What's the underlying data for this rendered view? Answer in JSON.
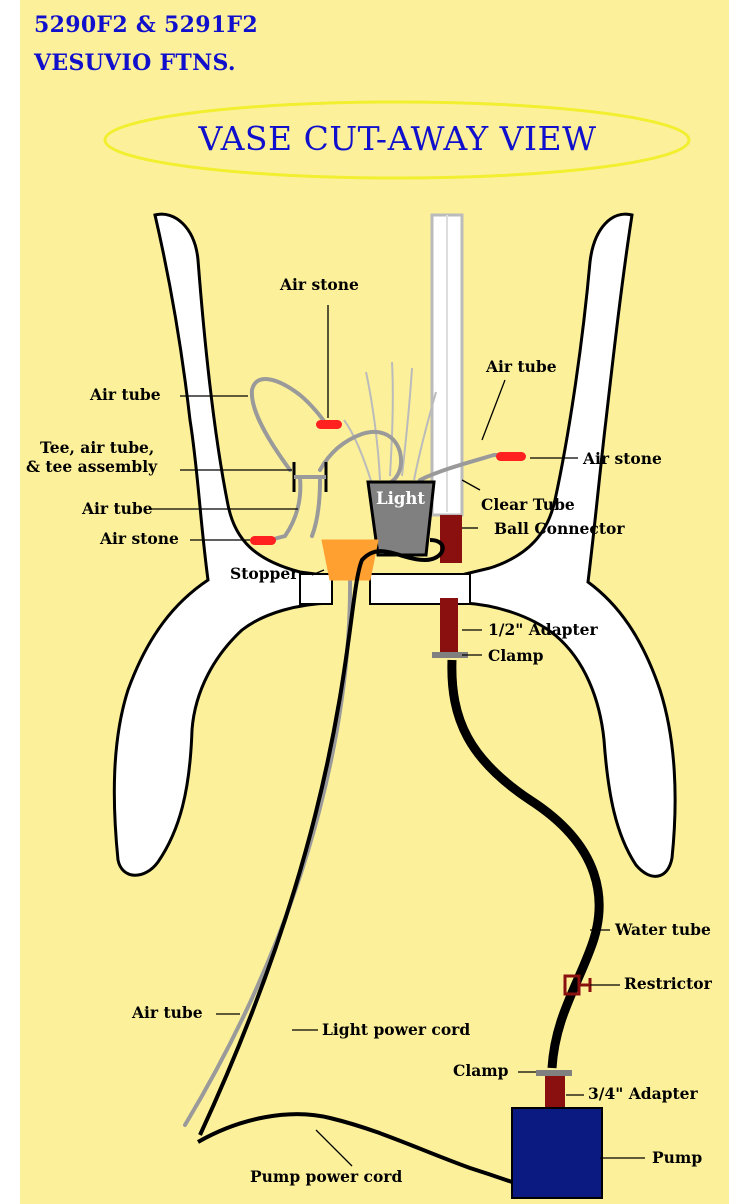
{
  "header": {
    "line1": "5290F2 & 5291F2",
    "line2": "VESUVIO FTNS."
  },
  "title": "VASE CUT-AWAY VIEW",
  "labels": {
    "air_stone_top": "Air stone",
    "air_tube_left_top": "Air tube",
    "tee_line1": "Tee, air tube,",
    "tee_line2": "& tee assembly",
    "air_tube_left_mid": "Air tube",
    "air_stone_left": "Air stone",
    "stopper": "Stopper",
    "light": "Light",
    "air_tube_right": "Air tube",
    "air_stone_right": "Air stone",
    "clear_tube": "Clear Tube",
    "ball_connector": "Ball Connector",
    "half_adapter": "1/2\" Adapter",
    "clamp_top": "Clamp",
    "water_tube": "Water tube",
    "restrictor": "Restrictor",
    "air_tube_bottom": "Air tube",
    "light_power_cord": "Light power cord",
    "clamp_bottom": "Clamp",
    "three_quarter_adapter": "3/4\" Adapter",
    "pump": "Pump",
    "pump_power_cord": "Pump power cord"
  },
  "colors": {
    "background": "#fcf19a",
    "heading": "#1010cc",
    "title_ellipse": "#f2ee30",
    "vase": "#ffffff",
    "air_stone": "#ff2020",
    "stopper": "#ffa030",
    "pump": "#0a1a80",
    "adapter": "#8a1010",
    "light_body": "#808080"
  }
}
